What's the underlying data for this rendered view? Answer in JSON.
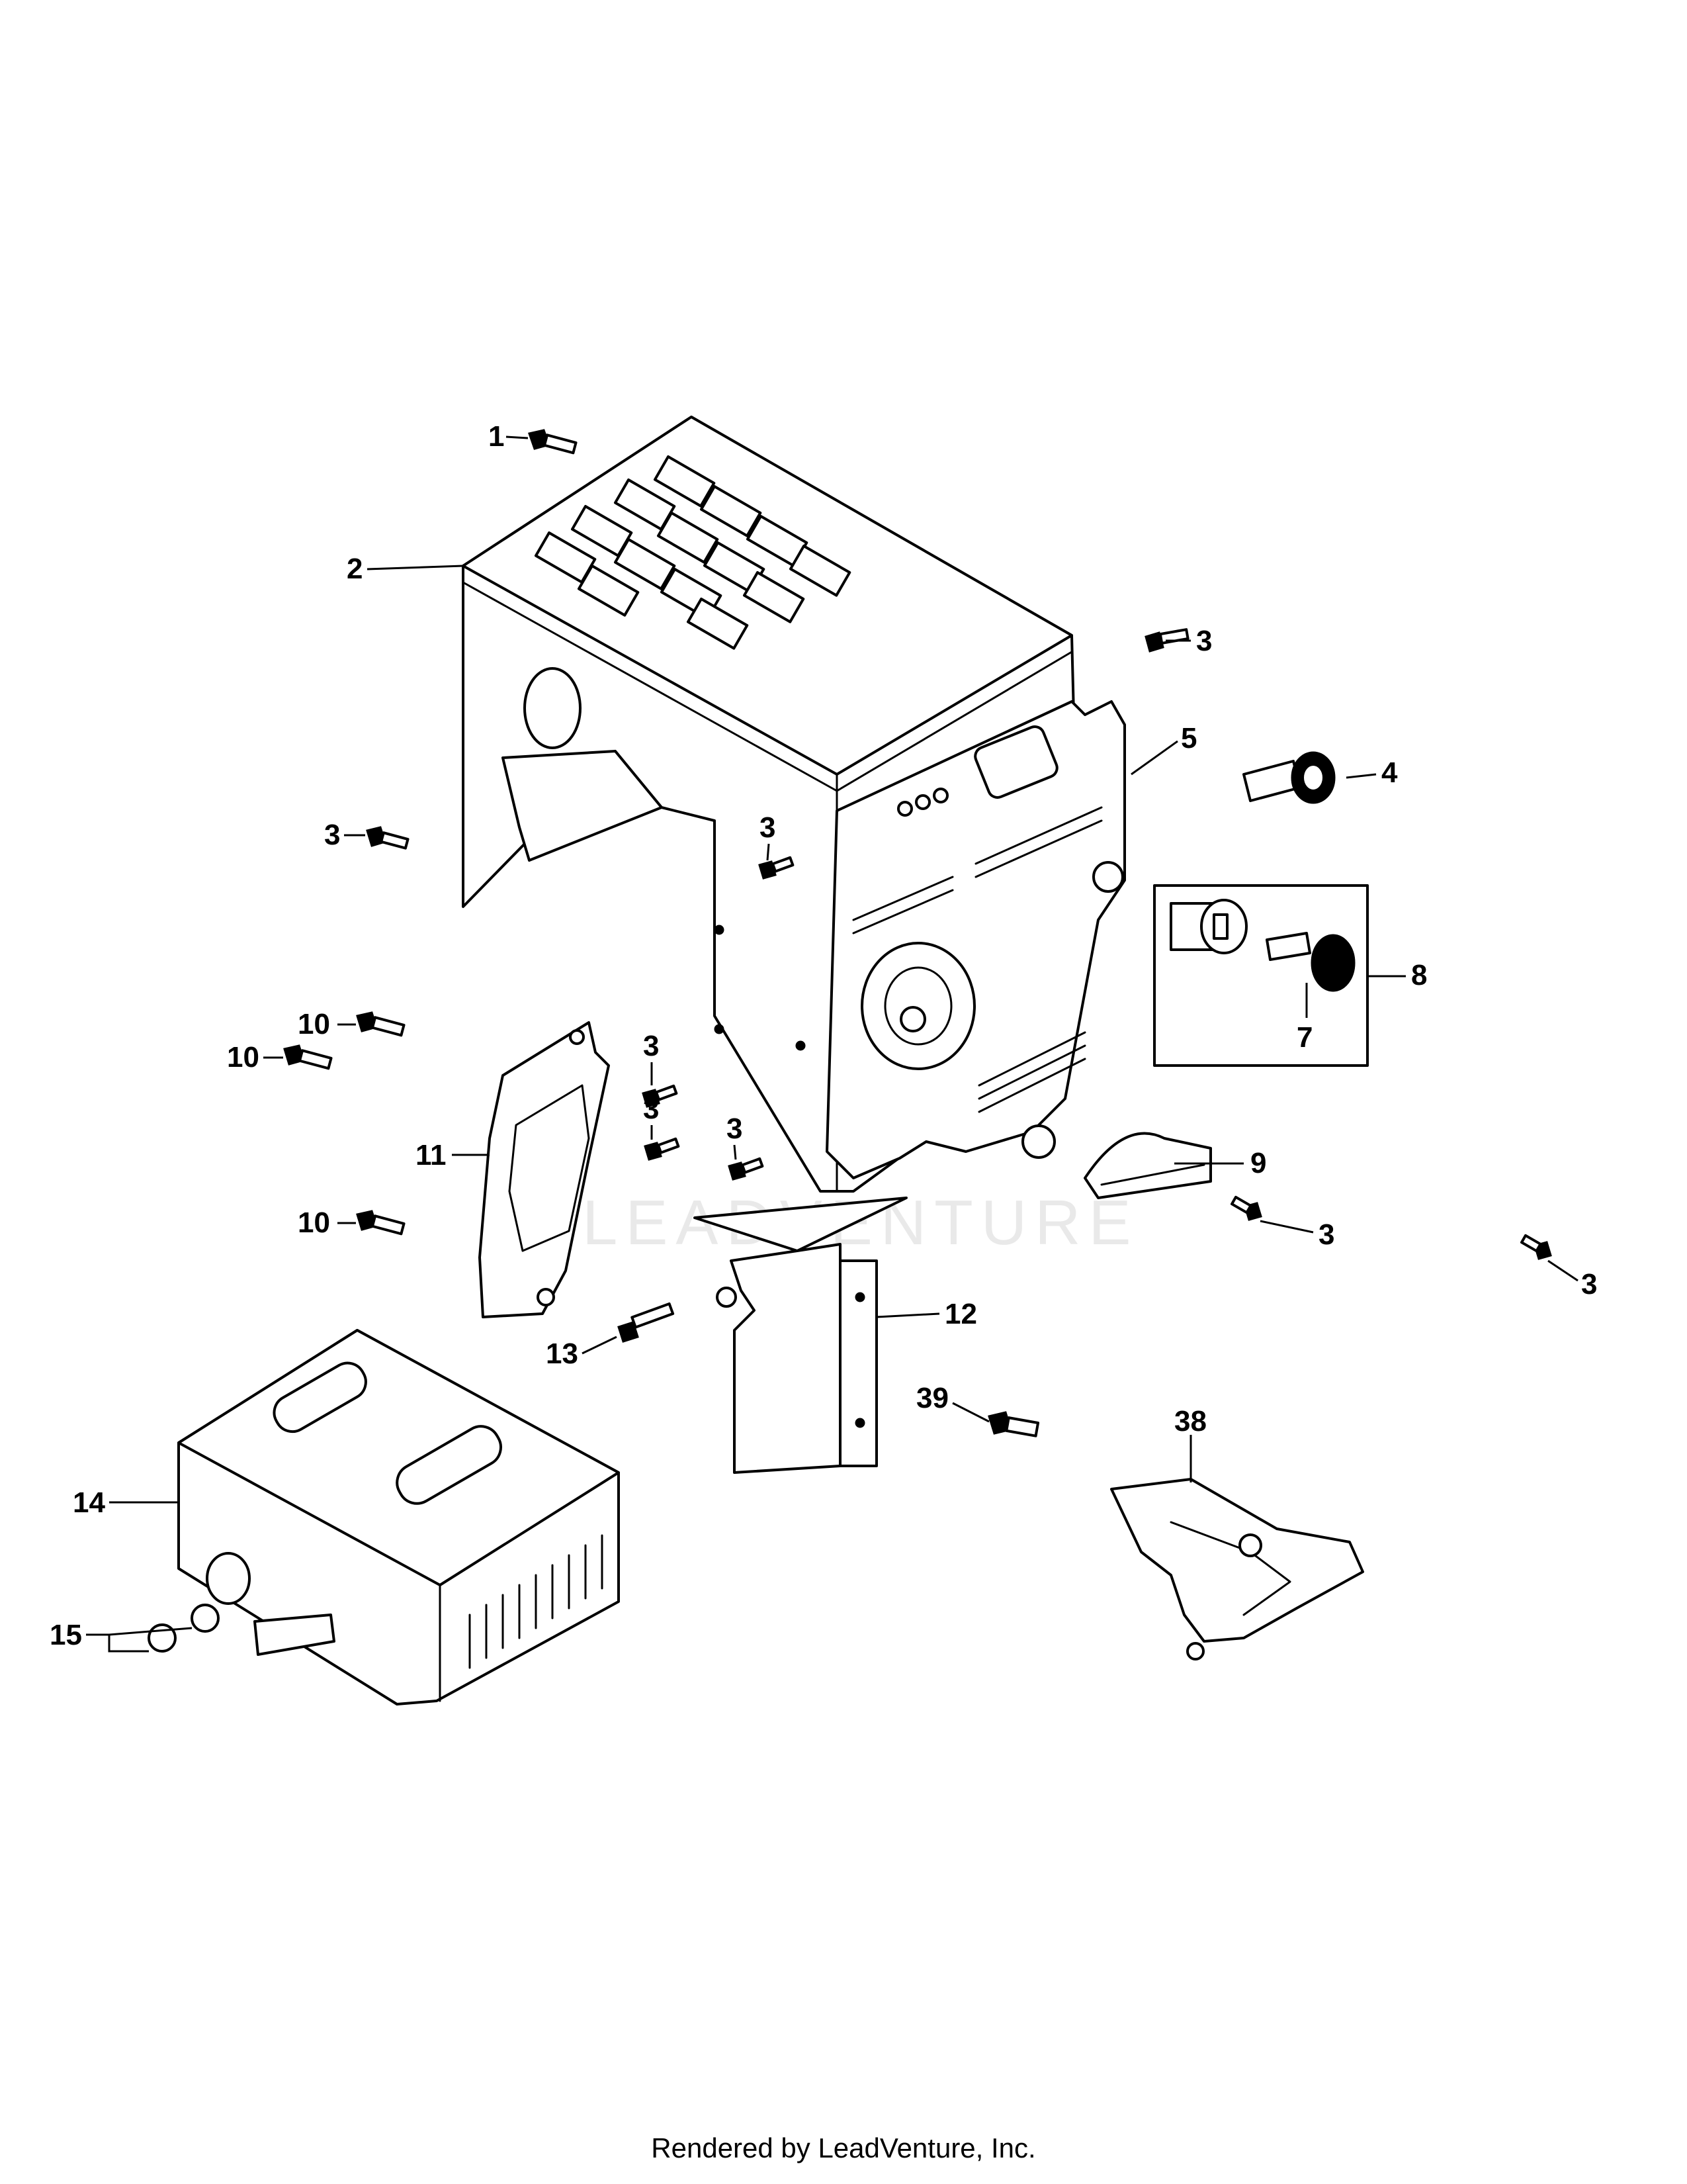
{
  "diagram": {
    "callouts": {
      "c1": "1",
      "c2": "2",
      "c3a": "3",
      "c3b": "3",
      "c3c": "3",
      "c3d": "3",
      "c3e": "3",
      "c3f": "3",
      "c3g": "3",
      "c3h": "3",
      "c4": "4",
      "c5": "5",
      "c7": "7",
      "c8": "8",
      "c9": "9",
      "c10a": "10",
      "c10b": "10",
      "c10c": "10",
      "c11": "11",
      "c12": "12",
      "c13": "13",
      "c14": "14",
      "c15": "15",
      "c38": "38",
      "c39": "39"
    },
    "watermark": "LEADVENTURE"
  },
  "footer": {
    "text": "Rendered by LeadVenture, Inc."
  }
}
